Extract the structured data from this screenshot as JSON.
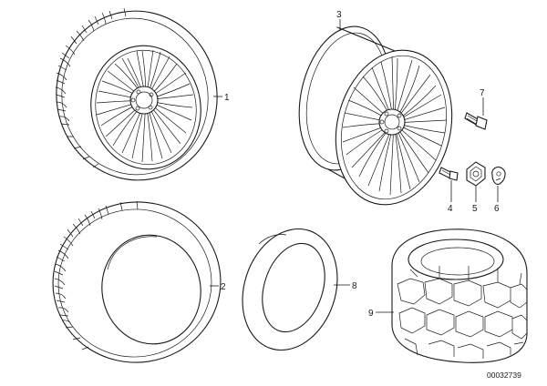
{
  "diagram": {
    "labels": {
      "wheel": "1",
      "tyre": "2",
      "rim": "3",
      "valve": "4",
      "hub_cap": "5",
      "balance_weight": "6",
      "wheel_bolt": "7",
      "tube": "8",
      "snow_chain": "9"
    },
    "document_id": "00032739"
  }
}
